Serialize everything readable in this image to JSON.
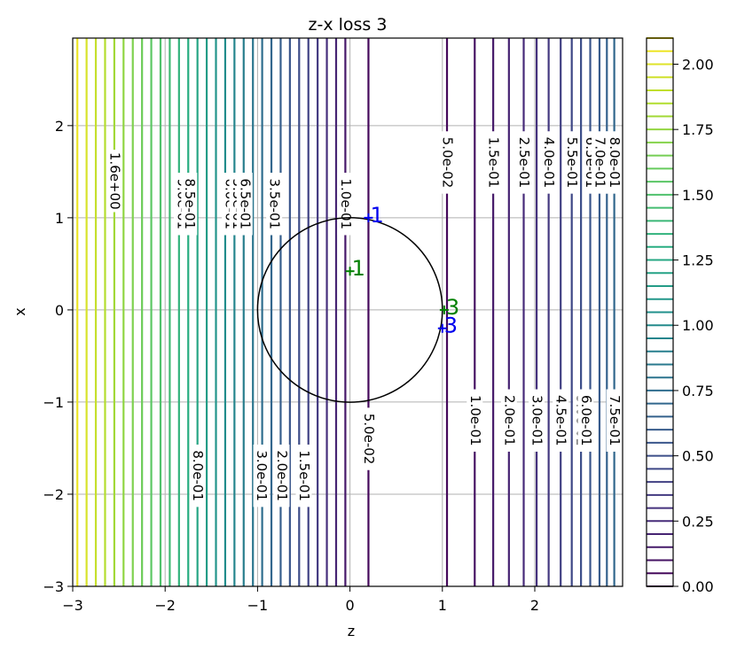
{
  "chart_data": {
    "type": "contour",
    "title": "z-x loss 3",
    "xlabel": "z",
    "ylabel": "x",
    "xlim": [
      -3,
      2.95
    ],
    "ylim": [
      -3,
      2.95
    ],
    "xticks": [
      -3,
      -2,
      -1,
      0,
      1,
      2
    ],
    "xtick_labels": [
      "−3",
      "−2",
      "−1",
      "0",
      "1",
      "2"
    ],
    "yticks": [
      -3,
      -2,
      -1,
      0,
      1,
      2
    ],
    "ytick_labels": [
      "−3",
      "−2",
      "−1",
      "0",
      "1",
      "2"
    ],
    "grid": true,
    "colormap": "viridis",
    "colorbar": {
      "range": [
        0,
        2.1
      ],
      "ticks": [
        0,
        0.25,
        0.5,
        0.75,
        1.0,
        1.25,
        1.5,
        1.75,
        2.0
      ],
      "tick_labels": [
        "0.00",
        "0.25",
        "0.50",
        "0.75",
        "1.00",
        "1.25",
        "1.50",
        "1.75",
        "2.00"
      ]
    },
    "contour_line_z": [
      -2.95,
      -2.85,
      -2.75,
      -2.65,
      -2.55,
      -2.45,
      -2.35,
      -2.25,
      -2.15,
      -2.05,
      -1.95,
      -1.85,
      -1.75,
      -1.65,
      -1.55,
      -1.45,
      -1.35,
      -1.25,
      -1.15,
      -1.05,
      -0.95,
      -0.85,
      -0.75,
      -0.65,
      -0.55,
      -0.45,
      -0.35,
      -0.25,
      -0.15,
      -0.05,
      0.2,
      1.05,
      1.35,
      1.55,
      1.72,
      1.88,
      2.02,
      2.15,
      2.28,
      2.4,
      2.5,
      2.6,
      2.7,
      2.78,
      2.86
    ],
    "contour_line_levels": [
      2.04,
      1.98,
      1.92,
      1.86,
      1.8,
      1.74,
      1.68,
      1.62,
      1.56,
      1.5,
      1.43,
      1.36,
      1.3,
      1.23,
      1.16,
      1.09,
      1.02,
      0.96,
      0.89,
      0.82,
      0.75,
      0.69,
      0.62,
      0.55,
      0.48,
      0.41,
      0.35,
      0.28,
      0.21,
      0.14,
      0.05,
      0.05,
      0.1,
      0.15,
      0.2,
      0.25,
      0.3,
      0.35,
      0.4,
      0.45,
      0.5,
      0.55,
      0.6,
      0.65,
      0.7
    ],
    "contour_labels": [
      {
        "z": -2.55,
        "x": 1.4,
        "text": "1.6e+00"
      },
      {
        "z": -1.82,
        "x": 1.15,
        "text": "9.0e-01"
      },
      {
        "z": -1.74,
        "x": 1.15,
        "text": "8.5e-01"
      },
      {
        "z": -1.3,
        "x": 1.15,
        "text": "6.0e-01"
      },
      {
        "z": -1.22,
        "x": 1.15,
        "text": "5.5e-01"
      },
      {
        "z": -1.14,
        "x": 1.15,
        "text": "6.5e-01"
      },
      {
        "z": -0.82,
        "x": 1.15,
        "text": "3.5e-01"
      },
      {
        "z": -0.05,
        "x": 1.15,
        "text": "1.0e-01"
      },
      {
        "z": 1.05,
        "x": 1.6,
        "text": "5.0e-02"
      },
      {
        "z": 1.55,
        "x": 1.6,
        "text": "1.5e-01"
      },
      {
        "z": 1.88,
        "x": 1.6,
        "text": "2.5e-01"
      },
      {
        "z": 2.15,
        "x": 1.6,
        "text": "4.0e-01"
      },
      {
        "z": 2.4,
        "x": 1.6,
        "text": "5.5e-01"
      },
      {
        "z": 2.6,
        "x": 1.6,
        "text": "6.5e-01"
      },
      {
        "z": 2.7,
        "x": 1.6,
        "text": "7.0e-01"
      },
      {
        "z": 2.86,
        "x": 1.6,
        "text": "8.0e-01"
      },
      {
        "z": 1.35,
        "x": -1.2,
        "text": "1.0e-01"
      },
      {
        "z": 1.72,
        "x": -1.2,
        "text": "2.0e-01"
      },
      {
        "z": 2.02,
        "x": -1.2,
        "text": "3.0e-01"
      },
      {
        "z": 2.28,
        "x": -1.2,
        "text": "4.5e-01"
      },
      {
        "z": 2.5,
        "x": -1.2,
        "text": "5.0e-01"
      },
      {
        "z": 2.55,
        "x": -1.2,
        "text": "6.0e-01"
      },
      {
        "z": 2.86,
        "x": -1.2,
        "text": "7.5e-01"
      },
      {
        "z": 0.2,
        "x": -1.4,
        "text": "5.0e-02"
      },
      {
        "z": -0.5,
        "x": -1.8,
        "text": "1.5e-01"
      },
      {
        "z": -0.74,
        "x": -1.8,
        "text": "2.0e-01"
      },
      {
        "z": -0.96,
        "x": -1.8,
        "text": "3.0e-01"
      },
      {
        "z": -1.65,
        "x": -1.8,
        "text": "8.0e-01"
      }
    ],
    "circle": {
      "center_z": 0,
      "center_x": 0,
      "radius": 1
    },
    "markers": [
      {
        "label": "1",
        "z": 0.2,
        "x": 1.0,
        "color": "#0000ee"
      },
      {
        "label": "1",
        "z": 0.0,
        "x": 0.42,
        "color": "#008000"
      },
      {
        "label": "3",
        "z": 1.02,
        "x": 0.0,
        "color": "#008000"
      },
      {
        "label": "3",
        "z": 1.0,
        "x": -0.2,
        "color": "#0000ee"
      }
    ]
  }
}
